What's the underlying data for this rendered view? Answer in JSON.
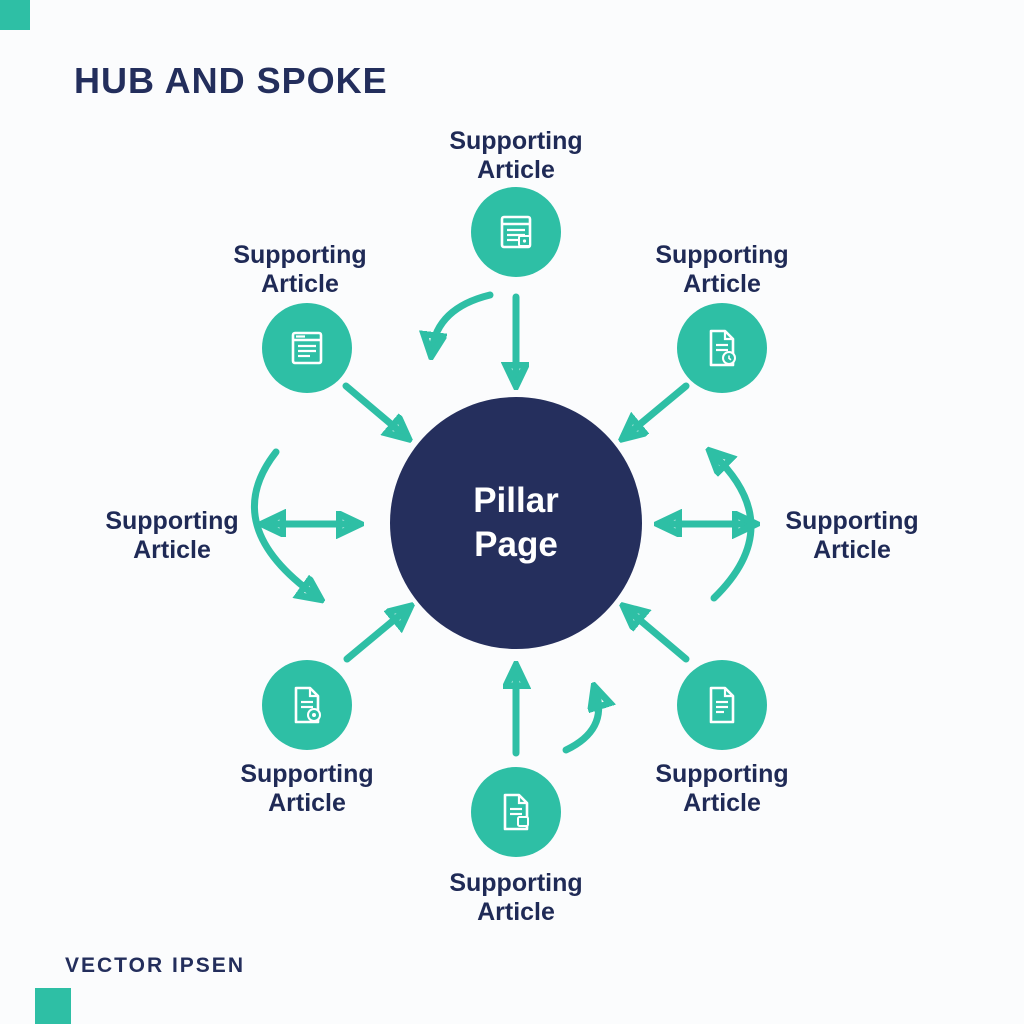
{
  "title": "HUB AND SPOKE",
  "footer": "VECTOR IPSEN",
  "hub": {
    "line1": "Pillar",
    "line2": "Page"
  },
  "spokes": [
    {
      "id": "top",
      "line1": "Supporting",
      "line2": "Article",
      "icon": "webpage-badge-icon"
    },
    {
      "id": "top-left",
      "line1": "Supporting",
      "line2": "Article",
      "icon": "webpage-icon"
    },
    {
      "id": "top-right",
      "line1": "Supporting",
      "line2": "Article",
      "icon": "document-clock-icon"
    },
    {
      "id": "left",
      "line1": "Supporting",
      "line2": "Article",
      "icon": null
    },
    {
      "id": "right",
      "line1": "Supporting",
      "line2": "Article",
      "icon": null
    },
    {
      "id": "bottom-left",
      "line1": "Supporting",
      "line2": "Article",
      "icon": "document-gear-icon"
    },
    {
      "id": "bottom-right",
      "line1": "Supporting",
      "line2": "Article",
      "icon": "document-icon"
    },
    {
      "id": "bottom",
      "line1": "Supporting",
      "line2": "Article",
      "icon": "document-badge-icon"
    }
  ],
  "colors": {
    "teal": "#2EBFA5",
    "navy": "#232E5C",
    "hub_fill": "#252F5D",
    "background": "#FBFCFD"
  }
}
